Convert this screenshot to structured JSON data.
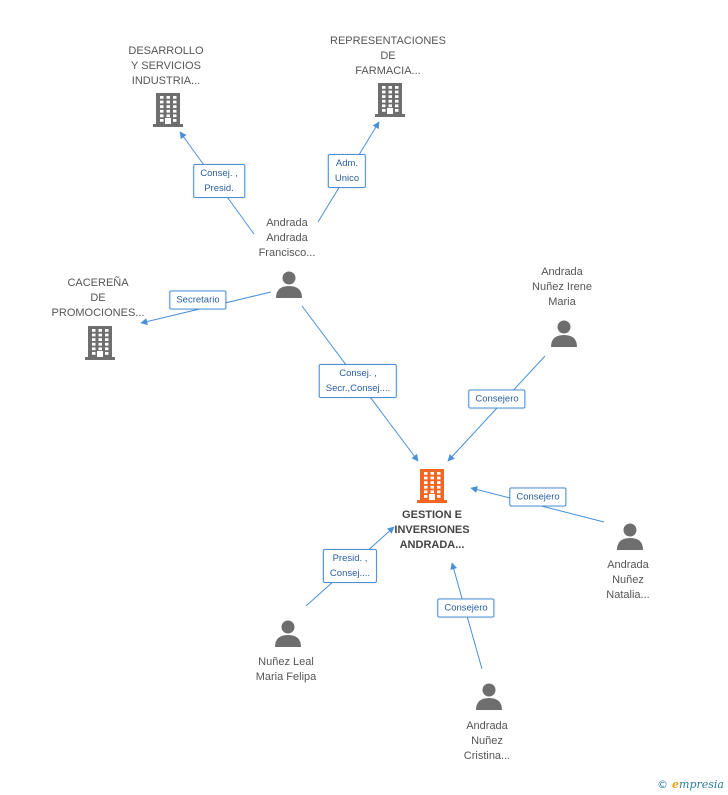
{
  "colors": {
    "edge": "#4a90d9",
    "company": "#6e6e6e",
    "company_center": "#f26522",
    "person": "#6e6e6e"
  },
  "nodes": [
    {
      "id": "desarrollo",
      "type": "company",
      "icon": "building-icon",
      "label": "DESARROLLO\nY SERVICIOS\nINDUSTRIA..."
    },
    {
      "id": "representaciones",
      "type": "company",
      "icon": "building-icon",
      "label": "REPRESENTACIONES\nDE\nFARMACIA..."
    },
    {
      "id": "caceréña",
      "type": "company",
      "icon": "building-icon",
      "label": "CACEREÑA\nDE\nPROMOCIONES..."
    },
    {
      "id": "andrada_francisco",
      "type": "person",
      "icon": "person-icon",
      "label": "Andrada\nAndrada\nFrancisco..."
    },
    {
      "id": "andrada_irene",
      "type": "person",
      "icon": "person-icon",
      "label": "Andrada\nNuñez Irene\nMaria"
    },
    {
      "id": "gestion",
      "type": "company",
      "icon": "building-icon",
      "center": true,
      "label": "GESTION E\nINVERSIONES\nANDRADA..."
    },
    {
      "id": "andrada_natalia",
      "type": "person",
      "icon": "person-icon",
      "label": "Andrada\nNuñez\nNatalia..."
    },
    {
      "id": "nunez_maria",
      "type": "person",
      "icon": "person-icon",
      "label": "Nuñez Leal\nMaria Felipa"
    },
    {
      "id": "andrada_cristina",
      "type": "person",
      "icon": "person-icon",
      "label": "Andrada\nNuñez\nCristina..."
    }
  ],
  "edges": [
    {
      "from": "andrada_francisco",
      "to": "desarrollo",
      "label": "Consej. ,\nPresid."
    },
    {
      "from": "andrada_francisco",
      "to": "representaciones",
      "label": "Adm.\nUnico"
    },
    {
      "from": "andrada_francisco",
      "to": "caceréña",
      "label": "Secretario"
    },
    {
      "from": "andrada_francisco",
      "to": "gestion",
      "label": "Consej. ,\nSecr.,Consej...."
    },
    {
      "from": "andrada_irene",
      "to": "gestion",
      "label": "Consejero"
    },
    {
      "from": "andrada_natalia",
      "to": "gestion",
      "label": "Consejero"
    },
    {
      "from": "nunez_maria",
      "to": "gestion",
      "label": "Presid. ,\nConsej...."
    },
    {
      "from": "andrada_cristina",
      "to": "gestion",
      "label": "Consejero"
    }
  ],
  "watermark": {
    "symbol": "©",
    "brand_initial": "e",
    "brand_rest": "mpresia"
  }
}
